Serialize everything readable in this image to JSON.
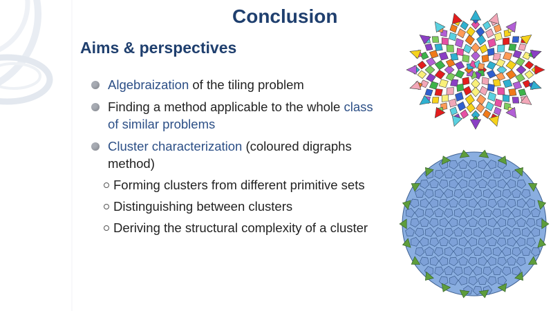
{
  "slide": {
    "title": "Conclusion",
    "subtitle": "Aims & perspectives",
    "bullets": [
      {
        "highlight": "Algebraization",
        "rest": " of the tiling problem"
      },
      {
        "text": "Finding a method applicable to the whole ",
        "highlight": "class of similar problems"
      },
      {
        "highlight": "Cluster characterization",
        "rest": " (coloured digraphs method)"
      }
    ],
    "sub_bullets": [
      "Forming clusters from different primitive sets",
      "Distinguishing between clusters",
      "Deriving the structural complexity of a cluster"
    ]
  },
  "colors": {
    "title": "#1f3f6e",
    "highlight": "#2c4f86",
    "tile_blue": "#7ea1d8",
    "tile_green": "#5e9d3c"
  }
}
